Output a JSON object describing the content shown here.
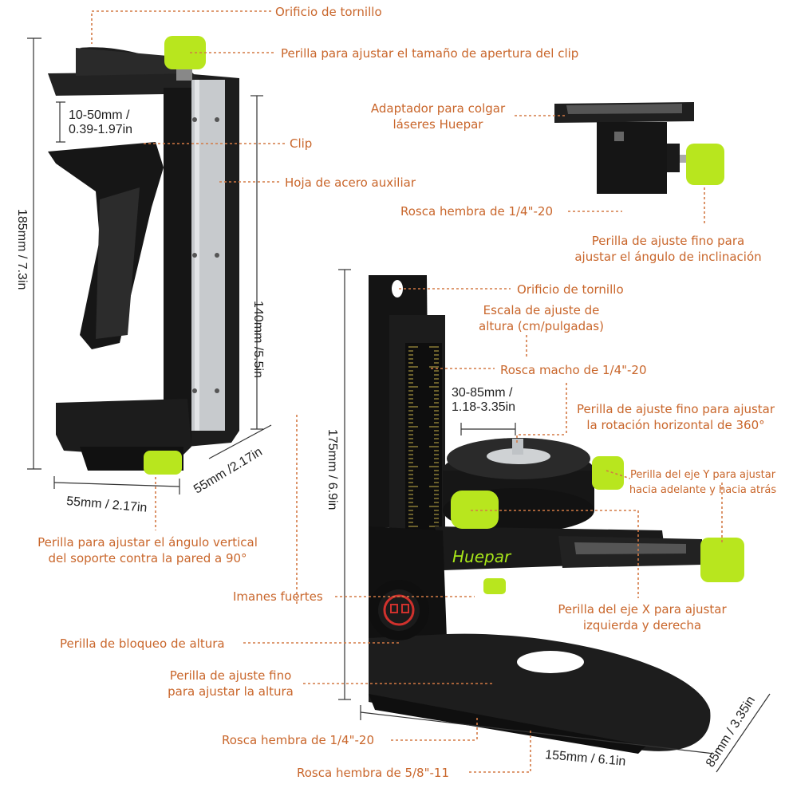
{
  "labels": {
    "orificio_tornillo_top": "Orificio de tornillo",
    "perilla_clip": "Perilla para ajustar el tamaño de apertura del clip",
    "clip": "Clip",
    "hoja_acero": "Hoja de acero auxiliar",
    "adaptador_line1": "Adaptador para colgar",
    "adaptador_line2": "láseres Huepar",
    "rosca_hembra_top": "Rosca hembra de 1/4\"-20",
    "perilla_inclinacion_line1": "Perilla de ajuste fino para",
    "perilla_inclinacion_line2": "ajustar el ángulo de inclinación",
    "orificio_tornillo_mid": "Orificio de tornillo",
    "escala_line1": "Escala de ajuste de",
    "escala_line2": "altura (cm/pulgadas)",
    "rosca_macho": "Rosca macho de 1/4\"-20",
    "rotacion_line1": "Perilla de ajuste fino para ajustar",
    "rotacion_line2": "la rotación horizontal de 360°",
    "eje_y_line1": "Perilla del eje Y para ajustar",
    "eje_y_line2": "hacia adelante y hacia atrás",
    "angulo_vertical_line1": "Perilla para ajustar el ángulo vertical",
    "angulo_vertical_line2": "del soporte contra la pared a 90°",
    "imanes": "Imanes fuertes",
    "eje_x_line1": "Perilla del eje X para ajustar",
    "eje_x_line2": "izquierda y derecha",
    "bloqueo_altura": "Perilla de bloqueo de altura",
    "ajuste_altura_line1": "Perilla de ajuste fino",
    "ajuste_altura_line2": "para ajustar la altura",
    "rosca_hembra_bottom": "Rosca hembra de 1/4\"-20",
    "rosca_hembra_58": "Rosca hembra de 5/8\"-11"
  },
  "dimensions": {
    "clip_range_line1": "10-50mm /",
    "clip_range_line2": "0.39-1.97in",
    "height_185": "185mm / 7.3in",
    "height_140": "140mm /5.5in",
    "width_55_bottom": "55mm / 2.17in",
    "depth_55": "55mm /2.17in",
    "travel_line1": "30-85mm /",
    "travel_line2": "1.18-3.35in",
    "height_175": "175mm / 6.9in",
    "length_155": "155mm / 6.1in",
    "depth_85": "85mm / 3.35in"
  },
  "brand": "Huepar",
  "colors": {
    "label": "#c9662b",
    "knob": "#b8e61e",
    "body": "#1c1c1c",
    "steel": "#c9cccf",
    "dim_line": "#333333"
  }
}
